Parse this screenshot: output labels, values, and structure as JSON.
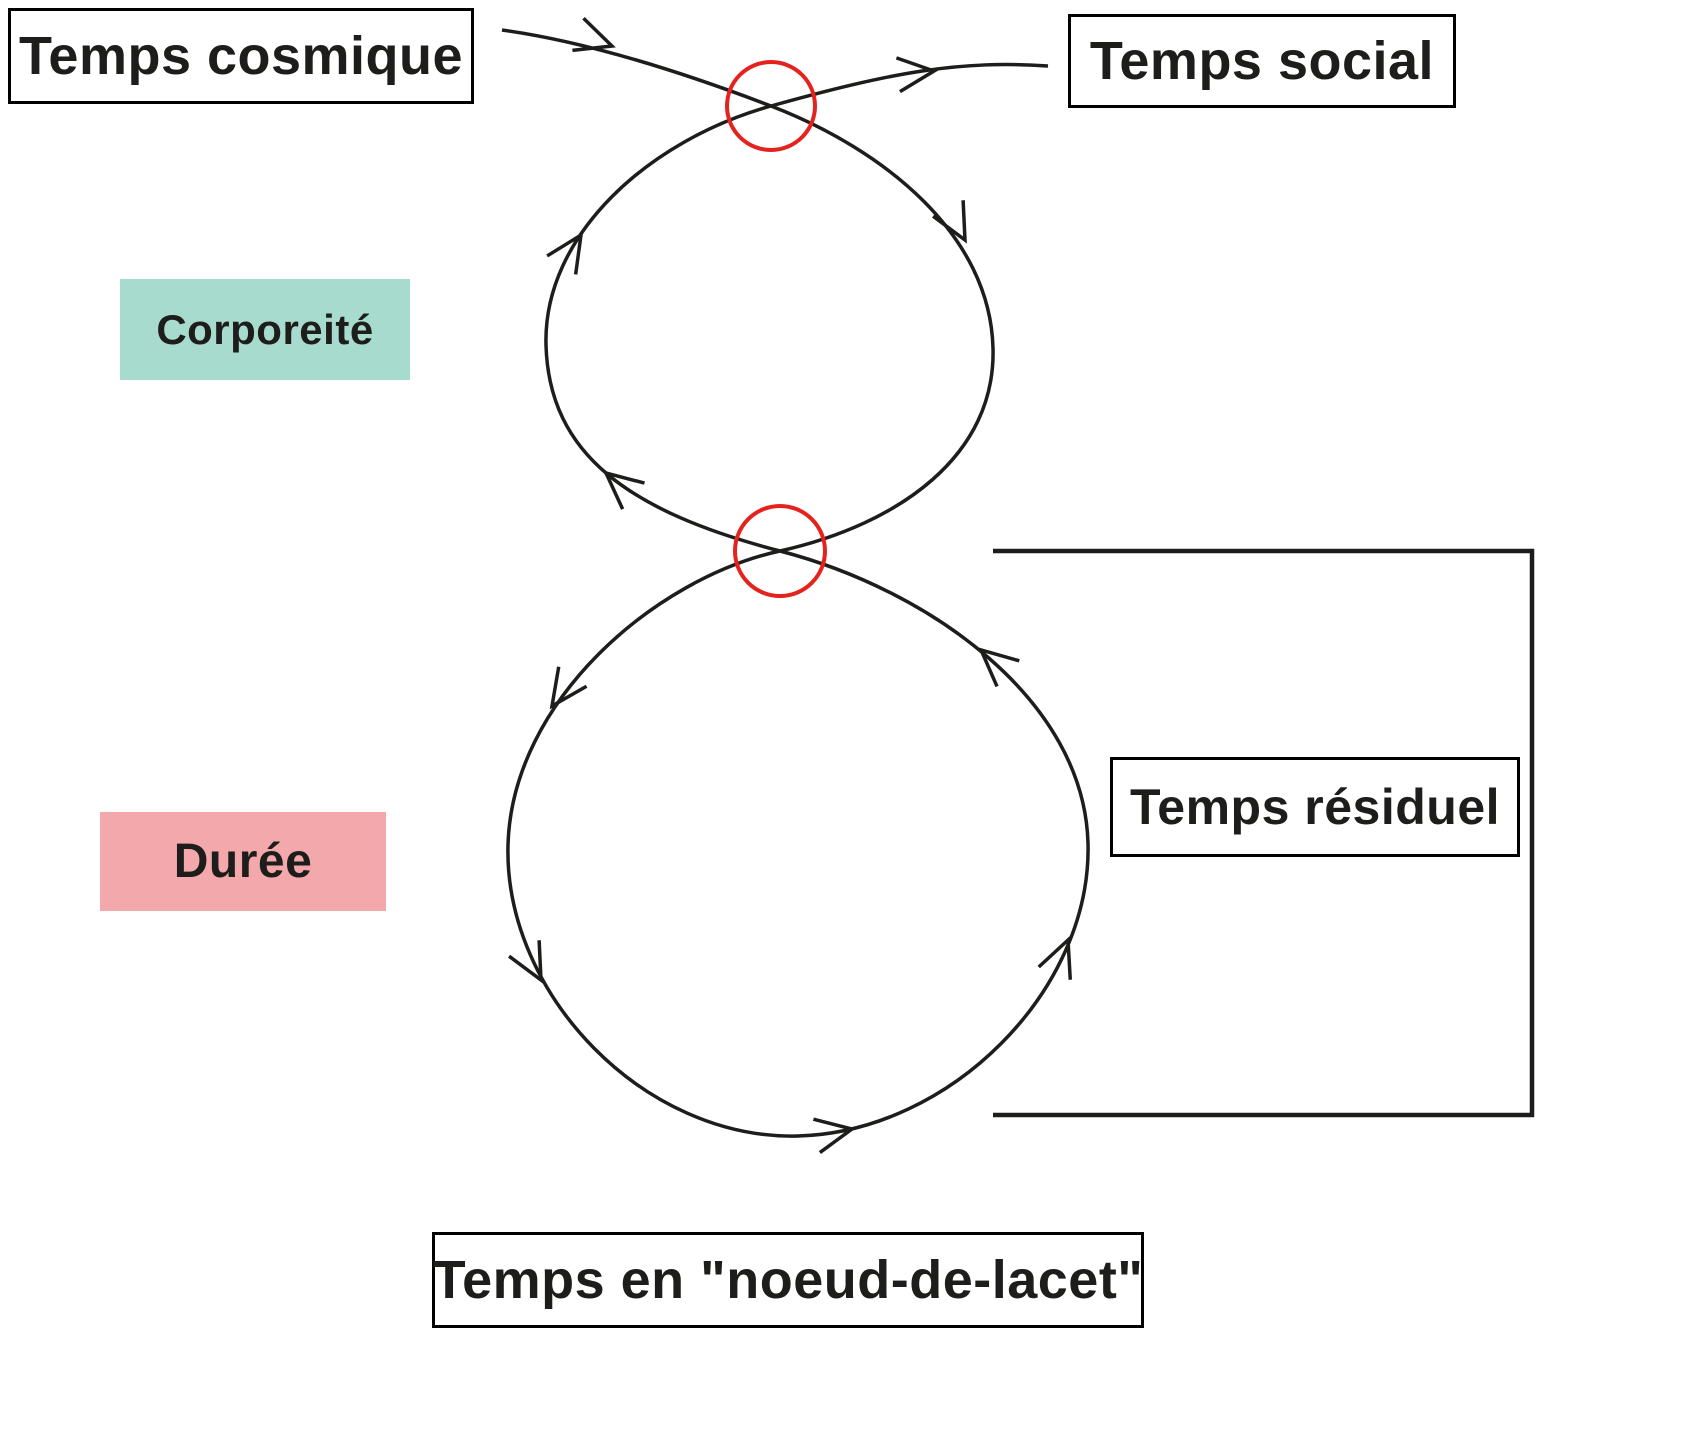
{
  "diagram": {
    "title": "Temps en \"noeud-de-lacet\"",
    "nodes": {
      "temps_cosmique": "Temps cosmique",
      "temps_social": "Temps social",
      "corporeite": "Corporeité",
      "duree": "Durée",
      "temps_residuel": "Temps résiduel"
    },
    "colors": {
      "corporeite_bg": "#a7dbcd",
      "duree_bg": "#f3a8ac",
      "crossing_marker": "#e5231e",
      "curve": "#1d1d1b",
      "bracket": "#1d1d1b"
    }
  }
}
